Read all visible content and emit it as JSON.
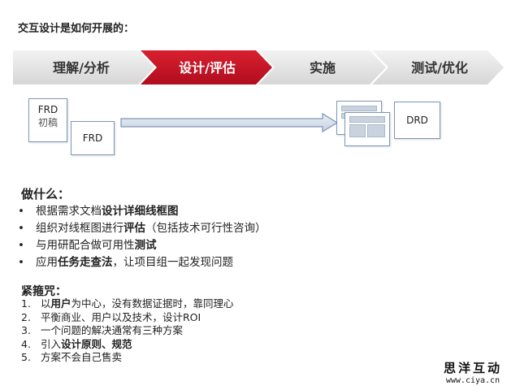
{
  "title": "交互设计是如何开展的：",
  "process": {
    "steps": [
      {
        "label": "理解/分析",
        "active": false
      },
      {
        "label": "设计/评估",
        "active": true
      },
      {
        "label": "实施",
        "active": false
      },
      {
        "label": "测试/优化",
        "active": false
      }
    ],
    "active_color": "#c8102e",
    "inactive_color": "#e0e0e0"
  },
  "docs": {
    "frd_draft_line1": "FRD",
    "frd_draft_line2": "初稿",
    "frd": "FRD",
    "drd": "DRD"
  },
  "doing": {
    "title": "做什么：",
    "items": [
      {
        "pre": "根据需求文档",
        "bold": "设计详细线框图",
        "post": ""
      },
      {
        "pre": "组织对线框图进行",
        "bold": "评估",
        "post": "（包括技术可行性咨询）"
      },
      {
        "pre": "与用研配合做可用性",
        "bold": "测试",
        "post": ""
      },
      {
        "pre": "应用",
        "bold": "任务走查法",
        "post": "，让项目组一起发现问题"
      }
    ]
  },
  "tips": {
    "title": "紧箍咒：",
    "items": [
      {
        "num": "1.",
        "pre": "以",
        "bold": "用户",
        "post": "为中心，没有数据证据时，靠同理心"
      },
      {
        "num": "2.",
        "pre": "平衡商业、用户以及技术，设计ROI",
        "bold": "",
        "post": ""
      },
      {
        "num": "3.",
        "pre": "一个问题的解决通常有三种方案",
        "bold": "",
        "post": ""
      },
      {
        "num": "4.",
        "pre": "引入",
        "bold": "设计原则、规范",
        "post": ""
      },
      {
        "num": "5.",
        "pre": "方案不会自己售卖",
        "bold": "",
        "post": ""
      }
    ]
  },
  "watermark": {
    "line1": "思洋互动",
    "line2": "www.ciya.cn"
  }
}
